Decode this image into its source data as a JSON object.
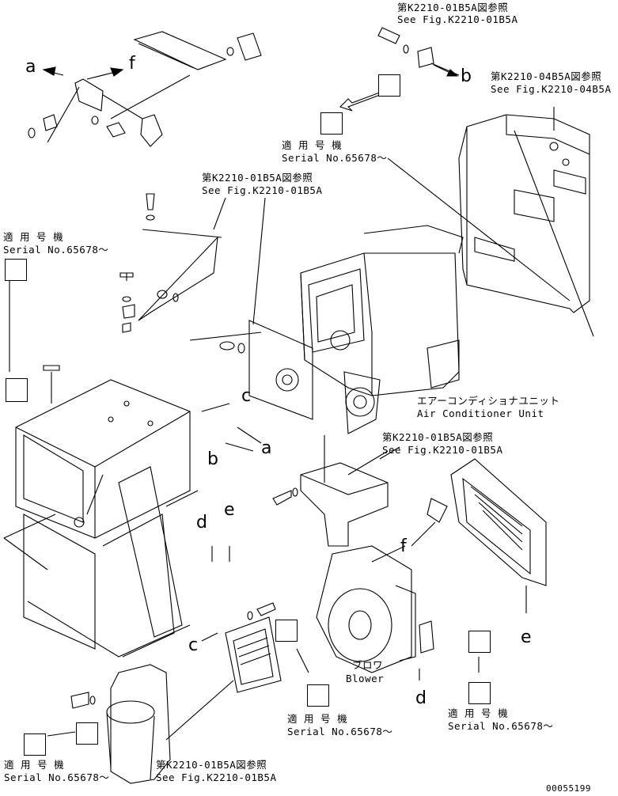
{
  "refs": {
    "ref_top_jp": "第K2210-01B5A図参照",
    "ref_top_en": "See Fig.K2210-01B5A",
    "ref_right_jp": "第K2210-04B5A図参照",
    "ref_right_en": "See Fig.K2210-04B5A",
    "ref_mid_jp": "第K2210-01B5A図参照",
    "ref_mid_en": "See Fig.K2210-01B5A",
    "ref_duct_jp": "第K2210-01B5A図参照",
    "ref_duct_en": "See Fig.K2210-01B5A",
    "ref_bottom_jp": "第K2210-01B5A図参照",
    "ref_bottom_en": "See Fig.K2210-01B5A"
  },
  "serials": {
    "jp": "適 用 号 機",
    "en": "Serial No.65678～"
  },
  "parts": {
    "aircon_jp": "エアーコンディショナユニット",
    "aircon_en": "Air Conditioner Unit",
    "blower_jp": "ブロワ",
    "blower_en": "Blower"
  },
  "letters": {
    "a": "a",
    "b": "b",
    "c": "c",
    "d": "d",
    "e": "e",
    "f": "f"
  },
  "figure_number": "00055199"
}
